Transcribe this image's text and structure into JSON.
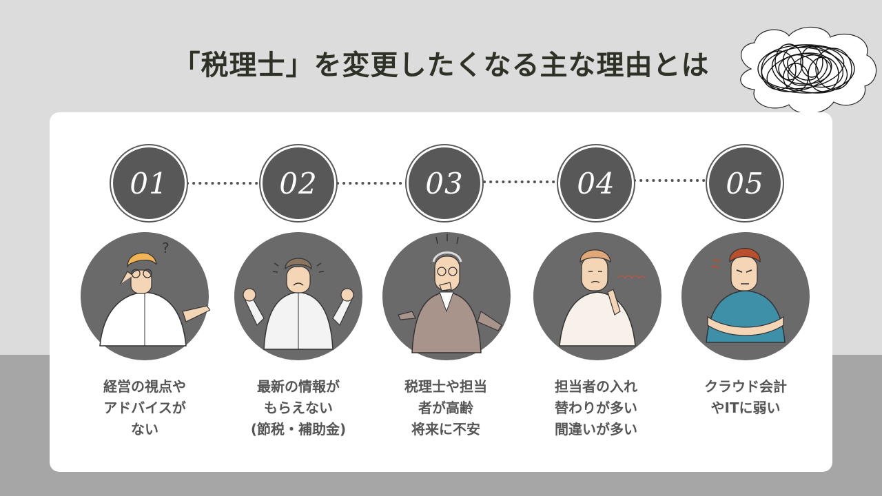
{
  "title": "「税理士」を変更したくなる主な理由とは",
  "reasons": [
    {
      "number": "01",
      "lines": [
        "経営の視点や",
        "アドバイスが",
        "ない"
      ]
    },
    {
      "number": "02",
      "lines": [
        "最新の情報が",
        "もらえない",
        "(節税・補助金)"
      ]
    },
    {
      "number": "03",
      "lines": [
        "税理士や担当",
        "者が高齢",
        "将来に不安"
      ]
    },
    {
      "number": "04",
      "lines": [
        "担当者の入れ",
        "替わりが多い",
        "間違いが多い"
      ]
    },
    {
      "number": "05",
      "lines": [
        "クラウド会計",
        "やITに弱い"
      ]
    }
  ],
  "colors": {
    "background_top": "#dcdcdc",
    "background_bottom": "#a6a6a6",
    "badge": "#585858",
    "title_text": "#2d3126",
    "caption_text": "#555555"
  }
}
